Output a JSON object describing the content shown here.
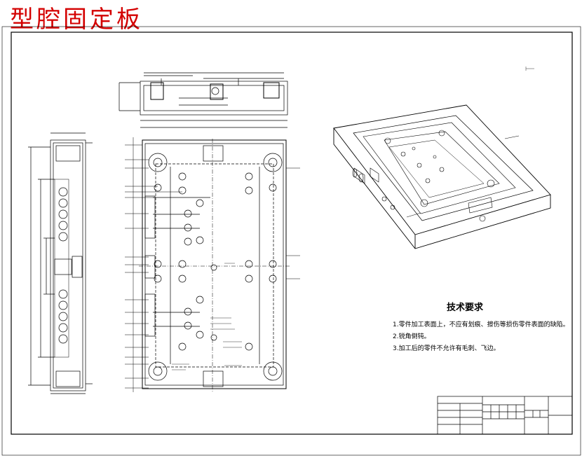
{
  "drawing": {
    "title": "型腔固定板",
    "tech_requirements": {
      "heading": "技术要求",
      "items": [
        "1.零件加工表面上，不应有划痕、擦伤等损伤零件表面的缺陷。",
        "2.锐角倒钝。",
        "3.加工后的零件不允许有毛刺、飞边。"
      ]
    }
  },
  "colors": {
    "banner": "#d40000",
    "line": "#000000",
    "background": "#ffffff"
  }
}
